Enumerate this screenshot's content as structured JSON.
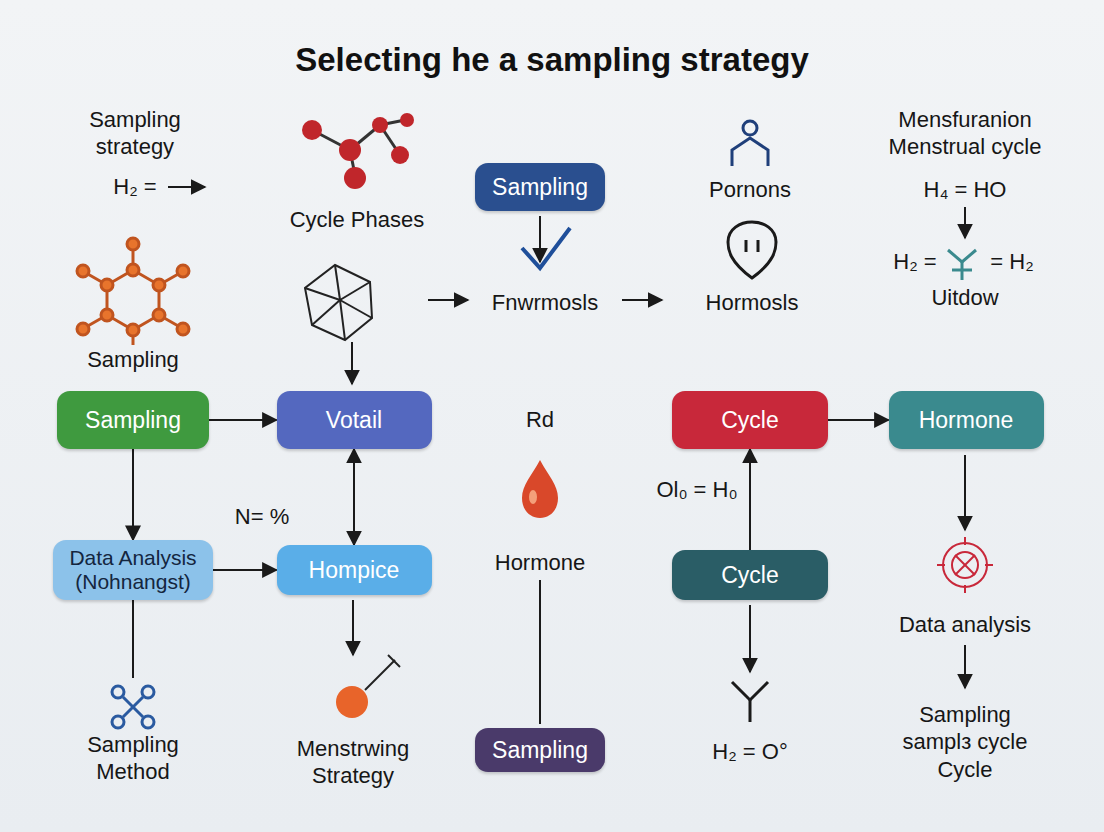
{
  "diagram": {
    "title": "Selecting he a sampling strategy",
    "nodes": [
      {
        "text": [
          "Sampling"
        ]
      },
      {
        "text": [
          "Sampling"
        ]
      },
      {
        "text": [
          "Votail"
        ]
      },
      {
        "text": [
          "Cycle"
        ]
      },
      {
        "text": [
          "Hormone"
        ]
      },
      {
        "text": [
          "Data Analysis (Nohnangst)"
        ]
      },
      {
        "text": [
          "Hompice"
        ]
      },
      {
        "text": [
          "Cycle"
        ]
      },
      {
        "text": [
          "Sampling"
        ]
      }
    ],
    "edges": [
      {
        "from": 1,
        "to": 2,
        "arrow": "to"
      },
      {
        "from": 3,
        "to": 4,
        "arrow": "to"
      },
      {
        "from": 1,
        "to": 5,
        "arrow": "to"
      },
      {
        "from": 5,
        "to": 6,
        "arrow": "to"
      },
      {
        "from": 2,
        "to": 6,
        "arrow": "both"
      },
      {
        "from": 7,
        "to": 3,
        "arrow": "to"
      }
    ],
    "labels": [
      "Sampling strategy",
      "H₂ =",
      "Cycle Phases",
      "Pornons",
      "Mensfuranion Menstrual cycle",
      "H₄ = HO",
      "H₂ =",
      "= H₂",
      "Uitdow",
      "Sampling",
      "Fnwrmosls",
      "Hormosls",
      "N= %",
      "Rd",
      "Hormone",
      "Ol₀ = H₀",
      "Data analysis",
      "Sampling Method",
      "Menstrwing Strategy",
      "H₂ = O°",
      "Sampling samplз cycle Cycle"
    ]
  }
}
